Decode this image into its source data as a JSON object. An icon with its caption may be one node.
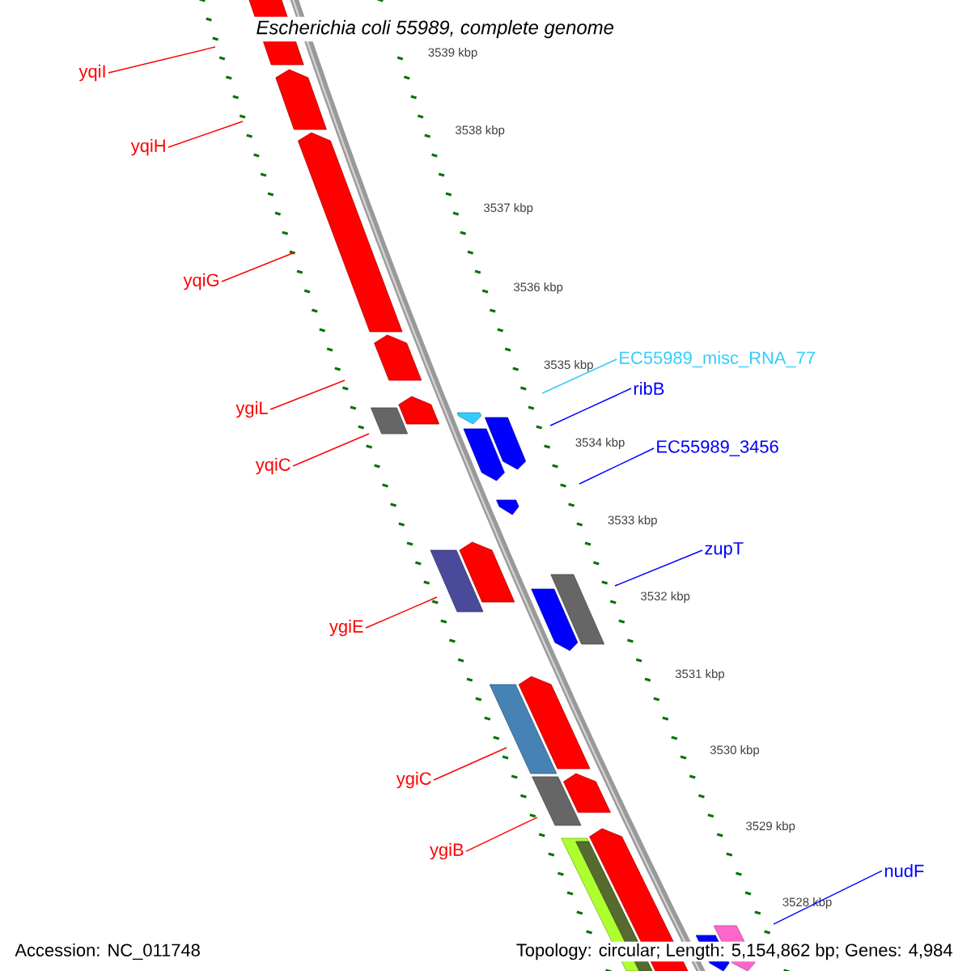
{
  "diagram": {
    "title": "Escherichia coli 55989, complete genome",
    "nodes": [
      {
        "text": [
          "yqiI"
        ]
      },
      {
        "text": [
          "yqiH"
        ]
      },
      {
        "text": [
          "yqiG"
        ]
      },
      {
        "text": [
          "ygiL"
        ]
      },
      {
        "text": [
          "yqiC"
        ]
      },
      {
        "text": [
          "ygiE"
        ]
      },
      {
        "text": [
          "ygiC"
        ]
      },
      {
        "text": [
          "ygiB"
        ]
      },
      {
        "text": [
          "EC55989_misc_RNA_77"
        ]
      },
      {
        "text": [
          "ribB"
        ]
      },
      {
        "text": [
          "EC55989_3456"
        ]
      },
      {
        "text": [
          "zupT"
        ]
      },
      {
        "text": [
          "nudF"
        ]
      }
    ],
    "edges": [
      {
        "from": 0,
        "to": null,
        "arrow": "none"
      },
      {
        "from": 1,
        "to": null,
        "arrow": "none"
      },
      {
        "from": 2,
        "to": null,
        "arrow": "none"
      },
      {
        "from": 3,
        "to": null,
        "arrow": "none"
      },
      {
        "from": 4,
        "to": null,
        "arrow": "none"
      },
      {
        "from": 5,
        "to": null,
        "arrow": "none"
      },
      {
        "from": 6,
        "to": null,
        "arrow": "none"
      },
      {
        "from": 7,
        "to": null,
        "arrow": "none"
      },
      {
        "from": 8,
        "to": null,
        "arrow": "none",
        "color": "#33ccff"
      },
      {
        "from": 9,
        "to": null,
        "arrow": "none",
        "color": "#0000ff"
      },
      {
        "from": 10,
        "to": null,
        "arrow": "none",
        "color": "#0000ff"
      },
      {
        "from": 11,
        "to": null,
        "arrow": "none",
        "color": "#0000ff"
      },
      {
        "from": 12,
        "to": null,
        "arrow": "none",
        "color": "#0000ff"
      }
    ],
    "labels": [
      "3539 kbp",
      "3538 kbp",
      "3537 kbp",
      "3536 kbp",
      "3535 kbp",
      "3534 kbp",
      "3533 kbp",
      "3532 kbp",
      "3531 kbp",
      "3530 kbp",
      "3529 kbp",
      "3528 kbp",
      "Accession: NC_011748",
      "Topology: circular; Length: 5,154,862 bp; Genes: 4,984"
    ]
  }
}
